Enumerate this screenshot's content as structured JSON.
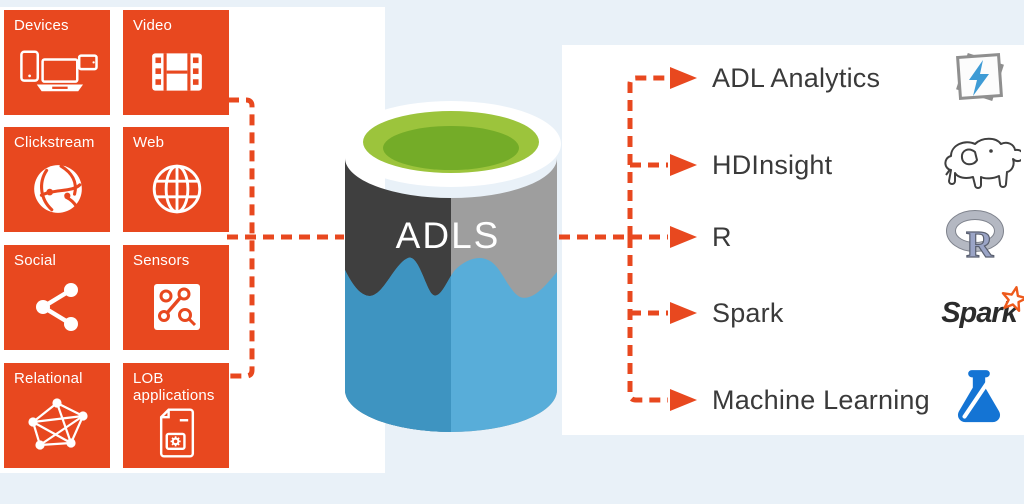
{
  "colors": {
    "background": "#E9F1F8",
    "panel": "#FFFFFF",
    "accent_orange": "#E8481F",
    "service_text": "#3A3A3A",
    "cylinder_dark_gray": "#3F3F3F",
    "cylinder_light_gray": "#9E9E9E",
    "cylinder_dark_blue": "#3E94C1",
    "cylinder_light_blue": "#58ADD9",
    "cylinder_green_outer": "#9CC43C",
    "cylinder_green_inner": "#74AC28",
    "lightning_blue": "#3E9BD5",
    "flask_blue": "#1474D4",
    "spark_star_orange": "#EE5A1C"
  },
  "left_panel": {
    "tiles": [
      {
        "label": "Devices",
        "icon": "devices-icon"
      },
      {
        "label": "Video",
        "icon": "video-icon"
      },
      {
        "label": "Clickstream",
        "icon": "clickstream-icon"
      },
      {
        "label": "Web",
        "icon": "web-icon"
      },
      {
        "label": "Social",
        "icon": "social-icon"
      },
      {
        "label": "Sensors",
        "icon": "sensors-icon"
      },
      {
        "label": "Relational",
        "icon": "relational-icon"
      },
      {
        "label": "LOB applications",
        "icon": "lob-applications-icon"
      }
    ]
  },
  "center": {
    "label": "ADLS"
  },
  "right_panel": {
    "services": [
      {
        "label": "ADL Analytics",
        "icon": "adl-analytics-icon"
      },
      {
        "label": "HDInsight",
        "icon": "hdinsight-icon"
      },
      {
        "label": "R",
        "icon": "r-logo-icon",
        "logo_text": "R"
      },
      {
        "label": "Spark",
        "icon": "spark-logo-icon",
        "logo_text": "Spark"
      },
      {
        "label": "Machine Learning",
        "icon": "machine-learning-icon"
      }
    ]
  }
}
